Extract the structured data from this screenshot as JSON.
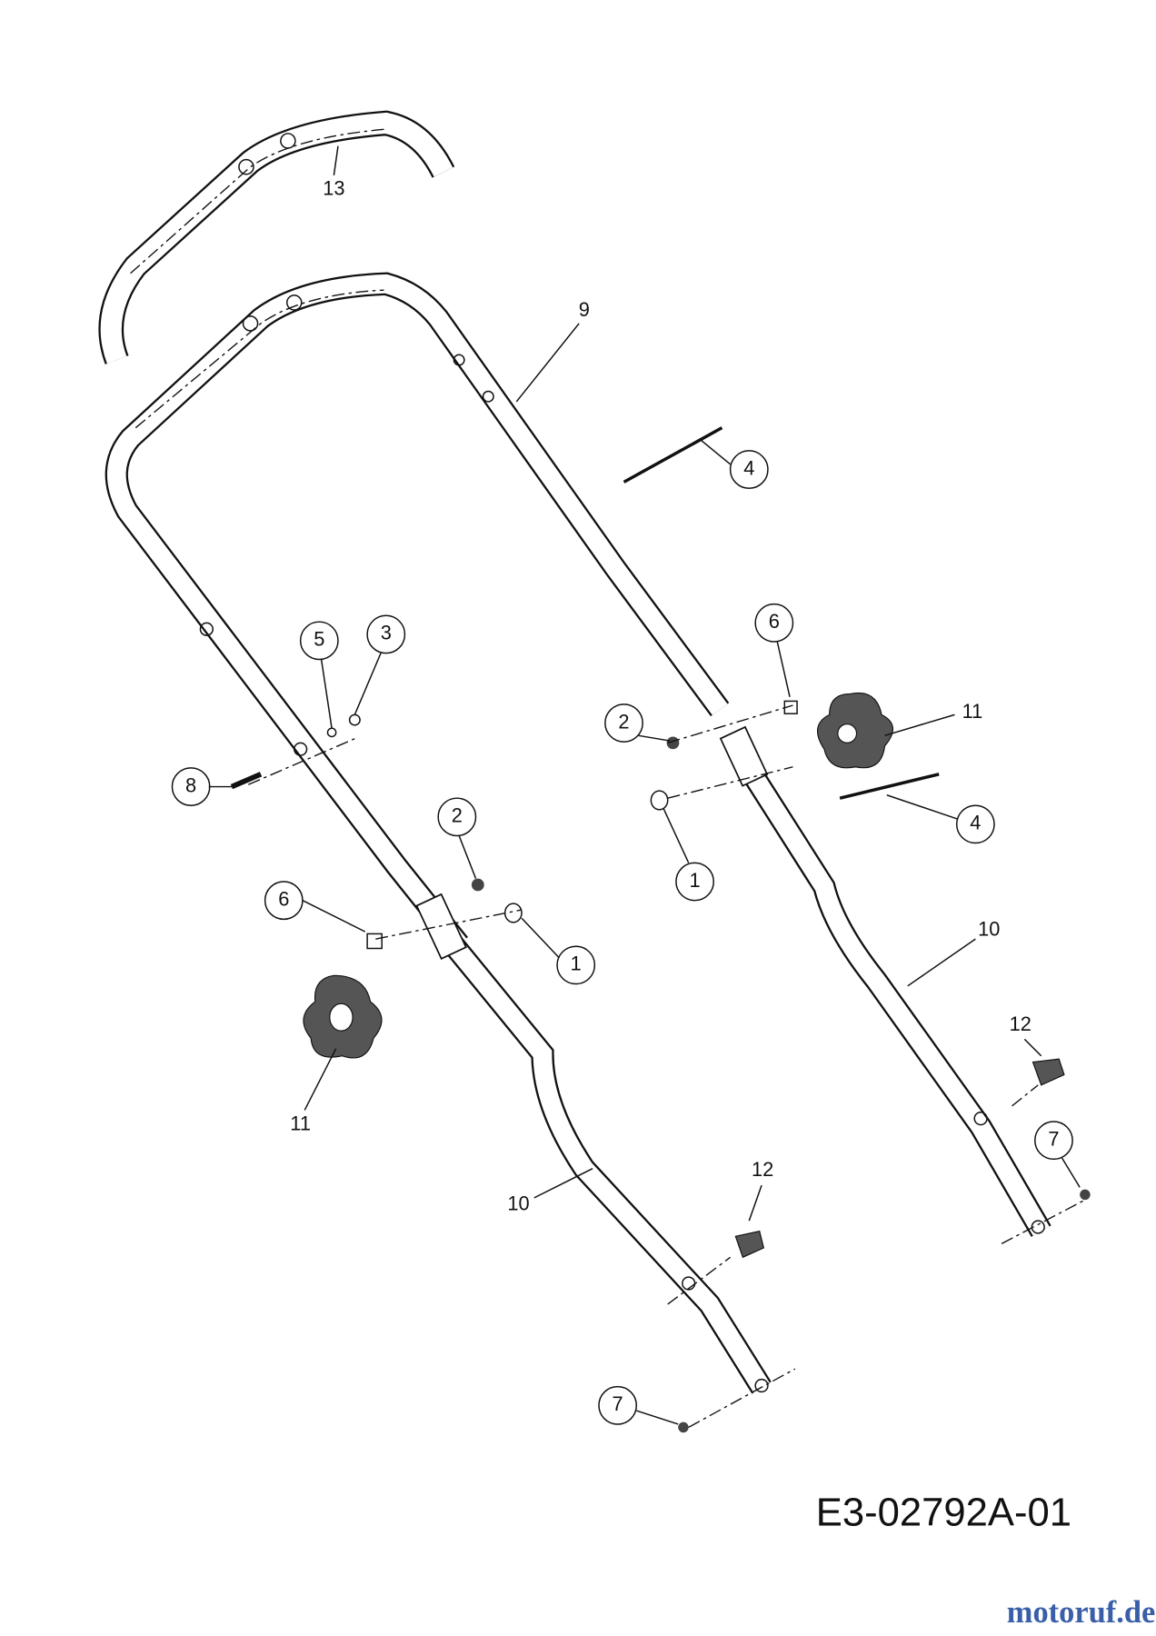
{
  "diagram": {
    "reference_code": "E3-02792A-01",
    "watermark": "motoruf.de",
    "callouts": [
      {
        "label": "13",
        "style": "plain"
      },
      {
        "label": "9",
        "style": "plain"
      },
      {
        "label": "4",
        "style": "circle"
      },
      {
        "label": "5",
        "style": "circle"
      },
      {
        "label": "3",
        "style": "circle"
      },
      {
        "label": "6",
        "style": "circle"
      },
      {
        "label": "2",
        "style": "circle"
      },
      {
        "label": "11",
        "style": "plain"
      },
      {
        "label": "8",
        "style": "circle"
      },
      {
        "label": "2",
        "style": "circle"
      },
      {
        "label": "4",
        "style": "circle"
      },
      {
        "label": "1",
        "style": "circle"
      },
      {
        "label": "6",
        "style": "circle"
      },
      {
        "label": "1",
        "style": "circle"
      },
      {
        "label": "10",
        "style": "plain"
      },
      {
        "label": "11",
        "style": "plain"
      },
      {
        "label": "12",
        "style": "plain"
      },
      {
        "label": "7",
        "style": "circle"
      },
      {
        "label": "10",
        "style": "plain"
      },
      {
        "label": "12",
        "style": "plain"
      },
      {
        "label": "7",
        "style": "circle"
      }
    ]
  }
}
